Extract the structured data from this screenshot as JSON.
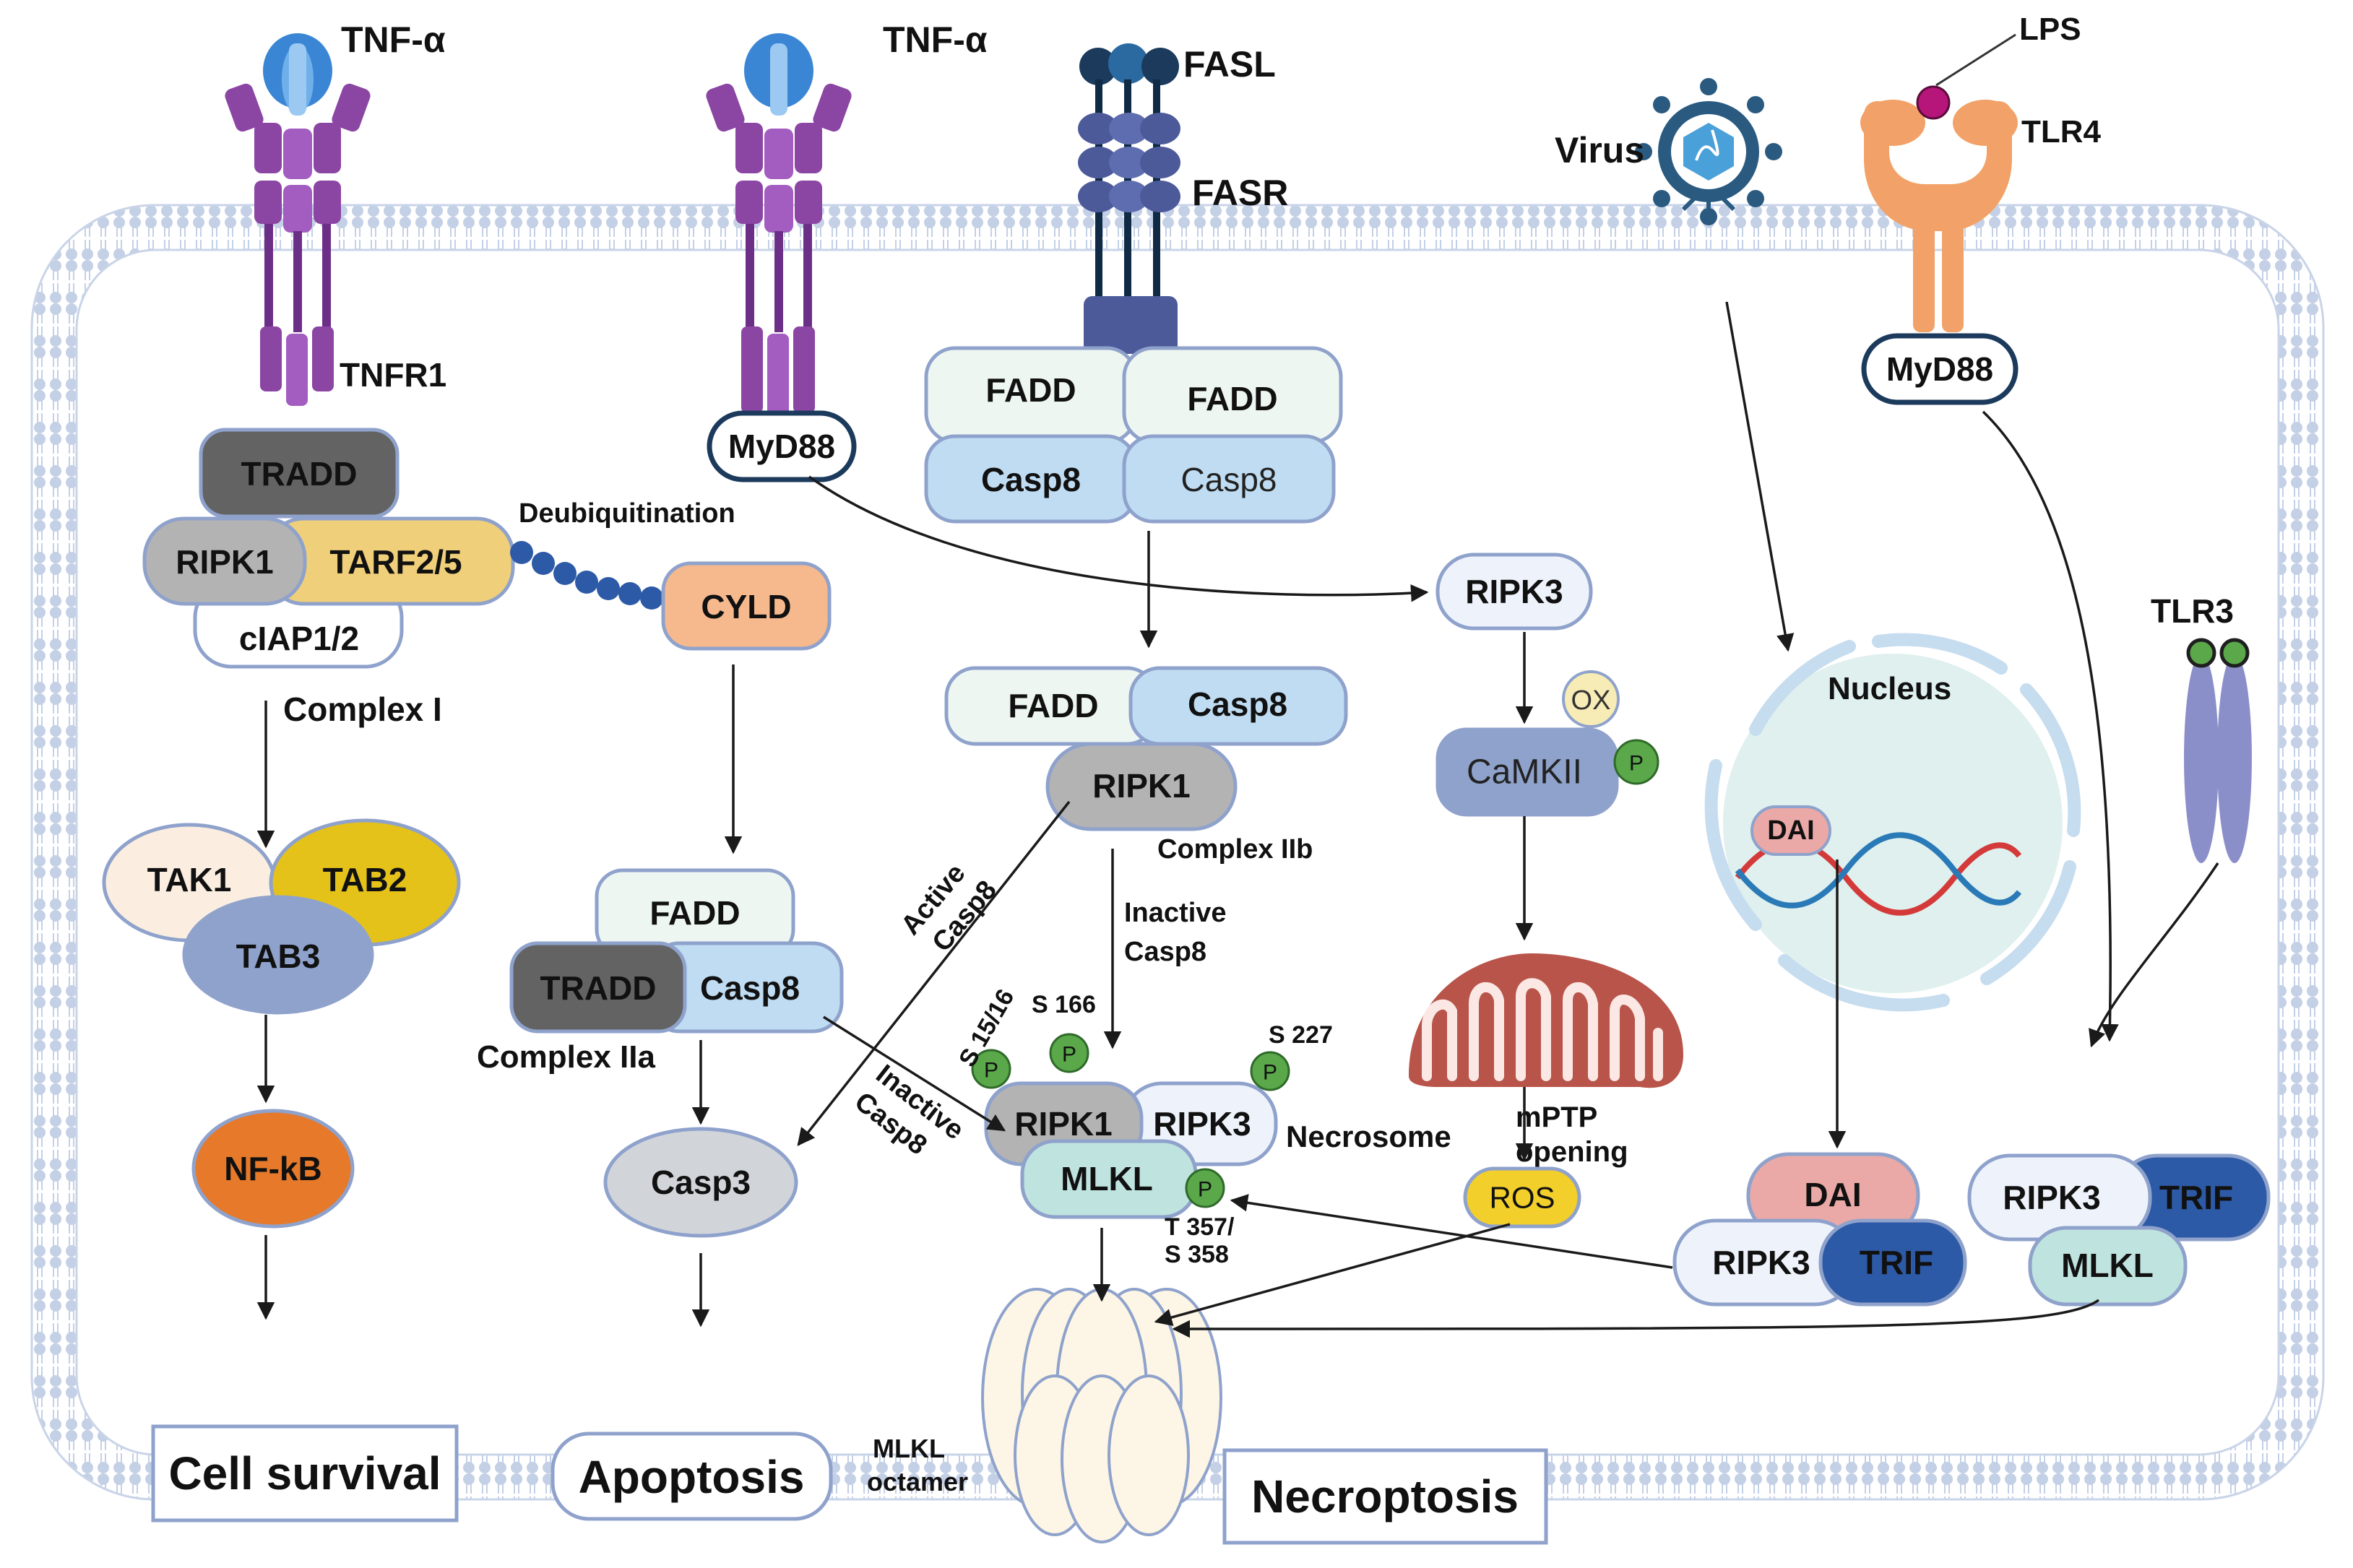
{
  "receptors": {
    "tnf_a_1": "TNF-α",
    "tnf_a_2": "TNF-α",
    "tnfr1": "TNFR1",
    "fasl": "FASL",
    "fasr": "FASR",
    "virus": "Virus",
    "lps": "LPS",
    "tlr4": "TLR4",
    "tlr3": "TLR3"
  },
  "complex_i": {
    "tradd": "TRADD",
    "ripk1": "RIPK1",
    "tarf": "TARF2/5",
    "ciap": "cIAP1/2",
    "label": "Complex I",
    "deubiq": "Deubiquitination",
    "cyld": "CYLD"
  },
  "nfkb_path": {
    "tak1": "TAK1",
    "tab2": "TAB2",
    "tab3": "TAB3",
    "nfkb": "NF-kB"
  },
  "myd88_left": "MyD88",
  "myd88_right": "MyD88",
  "fas_complex": {
    "fadd_a": "FADD",
    "fadd_b": "FADD",
    "casp8_a": "Casp8",
    "casp8_b": "Casp8"
  },
  "complex_iib": {
    "fadd": "FADD",
    "casp8": "Casp8",
    "ripk1": "RIPK1",
    "label": "Complex IIb",
    "inactive_casp8": "Inactive\nCasp8",
    "active_casp8": "Active\nCasp8"
  },
  "complex_iia": {
    "fadd": "FADD",
    "tradd": "TRADD",
    "casp8": "Casp8",
    "label": "Complex IIa",
    "inactive_casp8": "Inactive\nCasp8"
  },
  "casp3": "Casp3",
  "necrosome": {
    "ripk1": "RIPK1",
    "ripk3": "RIPK3",
    "mlkl": "MLKL",
    "label": "Necrosome",
    "s15_16": "S 15/16",
    "s166": "S 166",
    "s227": "S 227",
    "t357": "T 357/\nS 358",
    "p": "P"
  },
  "camk_path": {
    "ripk3": "RIPK3",
    "ox": "OX",
    "camkii": "CaMKII",
    "p": "P",
    "mptp": "mPTP\nopening",
    "ros": "ROS"
  },
  "nucleus": {
    "label": "Nucleus",
    "dai": "DAI"
  },
  "dai_complex": {
    "dai": "DAI",
    "ripk3": "RIPK3",
    "trif": "TRIF"
  },
  "tlr3_complex": {
    "ripk3": "RIPK3",
    "trif": "TRIF",
    "mlkl": "MLKL"
  },
  "mlkl_octamer": "MLKL\noctamer",
  "outcomes": {
    "survival": "Cell survival",
    "apoptosis": "Apoptosis",
    "necroptosis": "Necroptosis"
  },
  "colors": {
    "membrane": "#a9b9d6",
    "cytoplasm": "#ffffff",
    "nucleus": "#dff0ee",
    "tnf": "#3a86d4",
    "receptor_purple": "#8b45a3",
    "fas_dark": "#1b3a5c",
    "tradd": "#636363",
    "ripk1": "#b3b3b3",
    "tarf": "#f0cf7a",
    "cyld": "#f6b98e",
    "casp8": "#bfdcf2",
    "fadd": "#eef6f2",
    "tab2": "#e5c21a",
    "tab3": "#8fa2cc",
    "nfkb": "#e6792a",
    "mlkl": "#bfe3df",
    "dai": "#eaa9a6",
    "trif": "#2d5aa6",
    "phospho": "#5aa84a",
    "ros": "#f2cf2a"
  }
}
